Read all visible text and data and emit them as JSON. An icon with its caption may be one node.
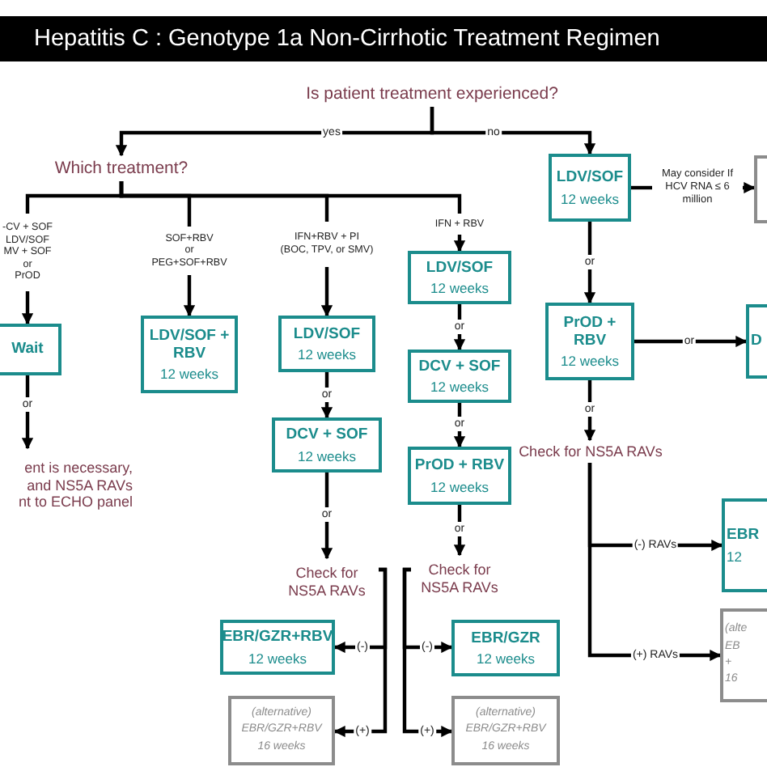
{
  "diagram": {
    "title": "Hepatitis C : Genotype 1a Non-Cirrhotic Treatment Regimen",
    "nodes": [
      {
        "text": [
          "Is patient treatment experienced?"
        ]
      },
      {
        "text": [
          "Which treatment?"
        ]
      },
      {
        "text": [
          "-CV + SOF",
          "LDV/SOF",
          "MV + SOF",
          "or",
          "PrOD"
        ]
      },
      {
        "text": [
          "Wait"
        ]
      },
      {
        "text": [
          "ent is necessary,",
          "and NS5A RAVs",
          "nt to ECHO panel"
        ]
      },
      {
        "text": [
          "SOF+RBV",
          "or",
          "PEG+SOF+RBV"
        ]
      },
      {
        "text": [
          "LDV/SOF + RBV",
          "12 weeks"
        ]
      },
      {
        "text": [
          "IFN+RBV + PI",
          "(BOC, TPV, or SMV)"
        ]
      },
      {
        "text": [
          "LDV/SOF",
          "12 weeks"
        ]
      },
      {
        "text": [
          "DCV + SOF",
          "12 weeks"
        ]
      },
      {
        "text": [
          "Check for NS5A RAVs"
        ]
      },
      {
        "text": [
          "EBR/GZR+RBV",
          "12 weeks"
        ]
      },
      {
        "text": [
          "(alternative)",
          "EBR/GZR+RBV",
          "16 weeks"
        ]
      },
      {
        "text": [
          "IFN + RBV"
        ]
      },
      {
        "text": [
          "LDV/SOF",
          "12 weeks"
        ]
      },
      {
        "text": [
          "DCV + SOF",
          "12 weeks"
        ]
      },
      {
        "text": [
          "PrOD + RBV",
          "12 weeks"
        ]
      },
      {
        "text": [
          "Check for NS5A RAVs"
        ]
      },
      {
        "text": [
          "EBR/GZR",
          "12 weeks"
        ]
      },
      {
        "text": [
          "(alternative)",
          "EBR/GZR+RBV",
          "16 weeks"
        ]
      },
      {
        "text": [
          "LDV/SOF",
          "12 weeks"
        ]
      },
      {
        "text": [
          "May consider If HCV RNA ≤ 6 million"
        ]
      },
      {
        "text": [],
        "shape": "box"
      },
      {
        "text": [
          "PrOD + RBV",
          "12 weeks"
        ]
      },
      {
        "text": [
          "D"
        ]
      },
      {
        "text": [
          "Check for NS5A RAVs"
        ]
      },
      {
        "text": [
          "EBR",
          "12"
        ]
      },
      {
        "text": [
          "(alte",
          "EB",
          "+",
          "16"
        ]
      }
    ],
    "edges": [
      {
        "from": 0,
        "to": 1,
        "arrow": "to",
        "label": "yes"
      },
      {
        "from": 0,
        "to": 20,
        "arrow": "to",
        "label": "no"
      },
      {
        "from": 1,
        "to": 2,
        "arrow": "none"
      },
      {
        "from": 1,
        "to": 5,
        "arrow": "none"
      },
      {
        "from": 1,
        "to": 7,
        "arrow": "none"
      },
      {
        "from": 1,
        "to": 13,
        "arrow": "none"
      },
      {
        "from": 2,
        "to": 3,
        "arrow": "to"
      },
      {
        "from": 3,
        "to": 4,
        "arrow": "to",
        "label": "or"
      },
      {
        "from": 5,
        "to": 6,
        "arrow": "to"
      },
      {
        "from": 7,
        "to": 8,
        "arrow": "to"
      },
      {
        "from": 8,
        "to": 9,
        "arrow": "to",
        "label": "or"
      },
      {
        "from": 9,
        "to": 10,
        "arrow": "to",
        "label": "or"
      },
      {
        "from": 10,
        "to": 11,
        "arrow": "to",
        "label": "(-)"
      },
      {
        "from": 10,
        "to": 12,
        "arrow": "to",
        "label": "(+)"
      },
      {
        "from": 13,
        "to": 14,
        "arrow": "to"
      },
      {
        "from": 14,
        "to": 15,
        "arrow": "to",
        "label": "or"
      },
      {
        "from": 15,
        "to": 16,
        "arrow": "to",
        "label": "or"
      },
      {
        "from": 16,
        "to": 17,
        "arrow": "to",
        "label": "or"
      },
      {
        "from": 17,
        "to": 18,
        "arrow": "to",
        "label": "(-)"
      },
      {
        "from": 17,
        "to": 19,
        "arrow": "to",
        "label": "(+)"
      },
      {
        "from": 20,
        "to": 21,
        "arrow": "none"
      },
      {
        "from": 21,
        "to": 22,
        "arrow": "to"
      },
      {
        "from": 20,
        "to": 23,
        "arrow": "to",
        "label": "or"
      },
      {
        "from": 23,
        "to": 24,
        "arrow": "to",
        "label": "or"
      },
      {
        "from": 23,
        "to": 25,
        "arrow": "to",
        "label": "or"
      },
      {
        "from": 25,
        "to": 26,
        "arrow": "to",
        "label": "(-) RAVs"
      },
      {
        "from": 25,
        "to": 27,
        "arrow": "to",
        "label": "(+) RAVs"
      }
    ]
  }
}
